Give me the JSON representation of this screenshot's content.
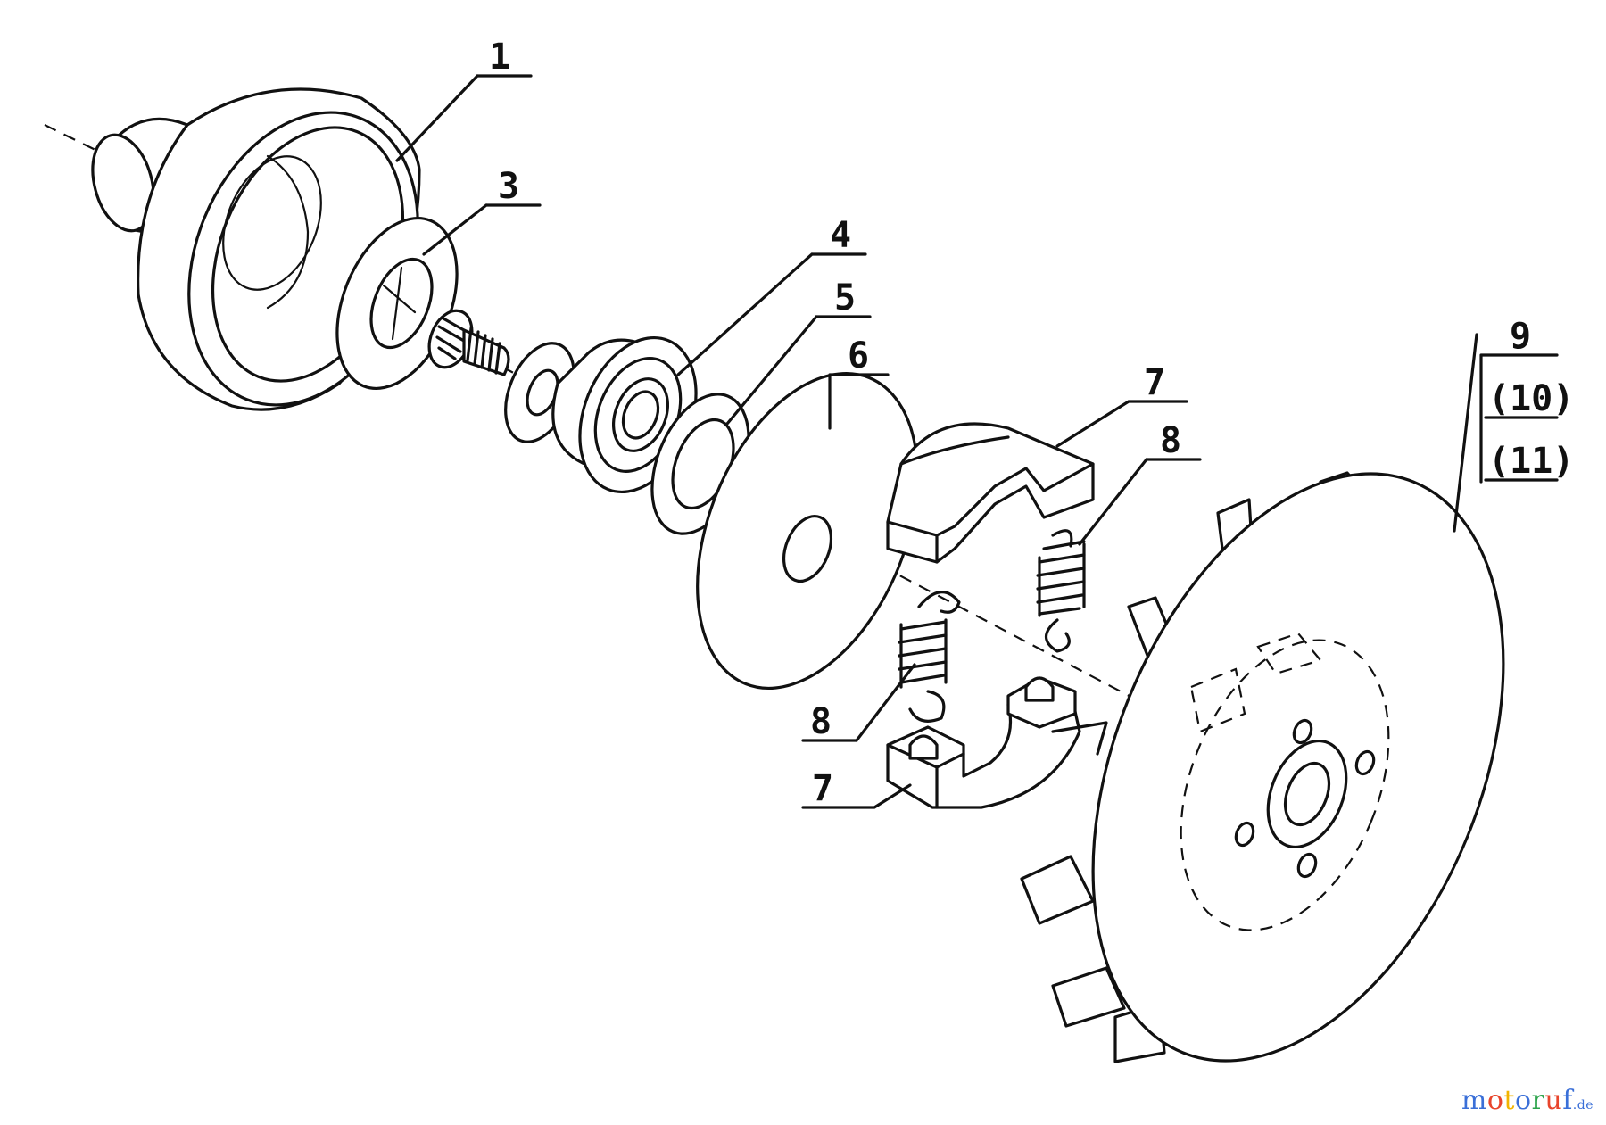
{
  "callouts": {
    "p1": "1",
    "p3": "3",
    "p4": "4",
    "p5": "5",
    "p6": "6",
    "p7a": "7",
    "p8a": "8",
    "p8b": "8",
    "p7b": "7",
    "p9": "9",
    "p10": "(10)",
    "p11": "(11)"
  },
  "watermark": {
    "text": "motoruf",
    "suffix": ".de",
    "colors": [
      "#3a6fd8",
      "#e8452c",
      "#f2b400",
      "#3a6fd8",
      "#2aa34a",
      "#e8452c",
      "#3a6fd8"
    ]
  }
}
